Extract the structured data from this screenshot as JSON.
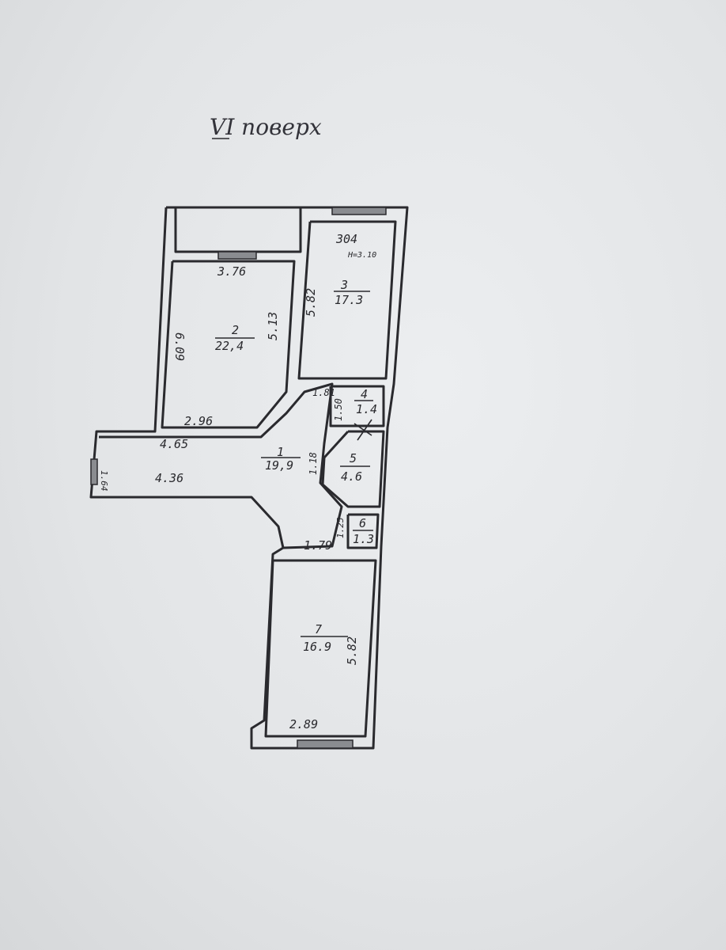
{
  "title": "VI поверх",
  "apartment": {
    "number": "304",
    "height": "H=3.10"
  },
  "rooms": [
    {
      "number": "1",
      "area": "19,9"
    },
    {
      "number": "2",
      "area": "22,4"
    },
    {
      "number": "3",
      "area": "17.3"
    },
    {
      "number": "4",
      "area": "1.4"
    },
    {
      "number": "5",
      "area": "4.6"
    },
    {
      "number": "6",
      "area": "1.3"
    },
    {
      "number": "7",
      "area": "16.9"
    }
  ],
  "dimensions": {
    "room2_top": "3.76",
    "room2_left": "6.09",
    "room2_right": "5.13",
    "room2_bottom": "2.96",
    "room3_left": "5.82",
    "room4_top": "1.81",
    "room4_left": "1.50",
    "corridor_top": "4.65",
    "corridor_bottom": "4.36",
    "corridor_end": "1.64",
    "room5_left": "1.18",
    "room6_left": "1.25",
    "room6_bottom": "1.79",
    "room7_right": "5.82",
    "room7_bottom": "2.89"
  }
}
